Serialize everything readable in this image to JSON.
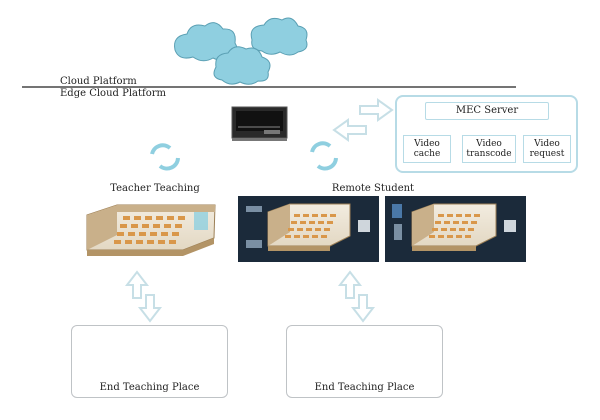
{
  "labels": {
    "cloud_platform": "Cloud Platform",
    "edge_platform": "Edge Cloud Platform",
    "teacher_teaching": "Teacher Teaching",
    "remote_student": "Remote Student",
    "end_place_left": "End Teaching Place",
    "end_place_right": "End Teaching Place"
  },
  "mec": {
    "title": "MEC Server",
    "modules": [
      {
        "line1": "Video",
        "line2": "cache"
      },
      {
        "line1": "Video",
        "line2": "transcode"
      },
      {
        "line1": "Video",
        "line2": "request"
      }
    ]
  },
  "colors": {
    "cloud": "#8fcfe0",
    "arrow_outline": "#c7dfe6",
    "accent": "#b7dbe6",
    "room_wall": "#c9b08a",
    "desk": "#d9974a",
    "screen_dark": "#1b2a3a"
  }
}
